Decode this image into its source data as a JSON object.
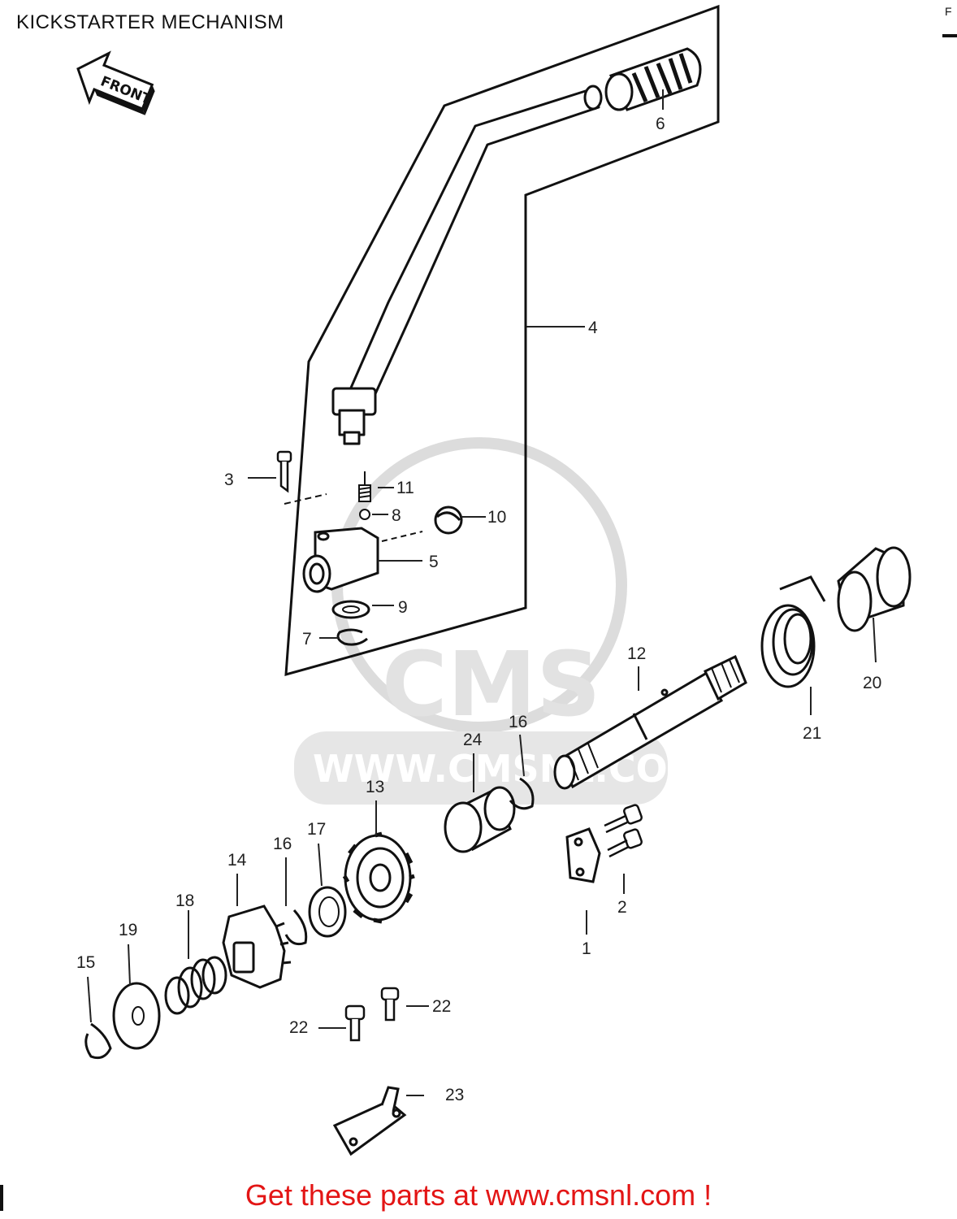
{
  "title": "KICKSTARTER MECHANISM",
  "corner_mark": "F",
  "front_arrow_label": "FRONT",
  "watermark": {
    "logo_text": "CMS",
    "url_text": "WWW.CMSNL.COM"
  },
  "callouts": {
    "c1": "1",
    "c2": "2",
    "c3": "3",
    "c4": "4",
    "c5": "5",
    "c6": "6",
    "c7": "7",
    "c8": "8",
    "c9": "9",
    "c10": "10",
    "c11": "11",
    "c12": "12",
    "c13": "13",
    "c14": "14",
    "c15": "15",
    "c16a": "16",
    "c16b": "16",
    "c17": "17",
    "c18": "18",
    "c19": "19",
    "c20": "20",
    "c21": "21",
    "c22a": "22",
    "c22b": "22",
    "c23": "23",
    "c24": "24"
  },
  "footer": "Get these parts at www.cmsnl.com !",
  "colors": {
    "line": "#222222",
    "watermark": "#d9d9d9",
    "footer": "#e31515"
  }
}
